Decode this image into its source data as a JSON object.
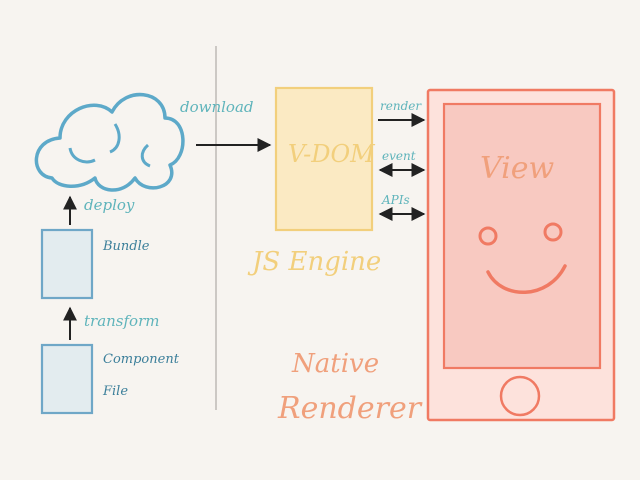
{
  "labels": {
    "download": "download",
    "deploy": "deploy",
    "bundle": "Bundle",
    "transform": "transform",
    "component_line1": "Component",
    "component_line2": "File",
    "vdom": "V-DOM",
    "js_engine": "JS Engine",
    "render": "render",
    "event": "event",
    "apis": "APIs",
    "view": "View",
    "native": "Native",
    "renderer": "Renderer"
  },
  "colors": {
    "cloud": "#5da9c9",
    "file_box_stroke": "#6fa7c7",
    "file_box_fill": "#e3ecef",
    "arrow": "#222222",
    "vdom_fill": "#fbeac3",
    "vdom_stroke": "#f2cf7c",
    "phone_stroke": "#f07a63",
    "phone_fill": "#fde2dc",
    "screen_fill": "#f8c9c1",
    "divider": "#bdbab6"
  },
  "icons": {
    "cloud": "cloud-icon",
    "smiley": "smiley-face-icon",
    "home_button": "home-button-icon"
  }
}
